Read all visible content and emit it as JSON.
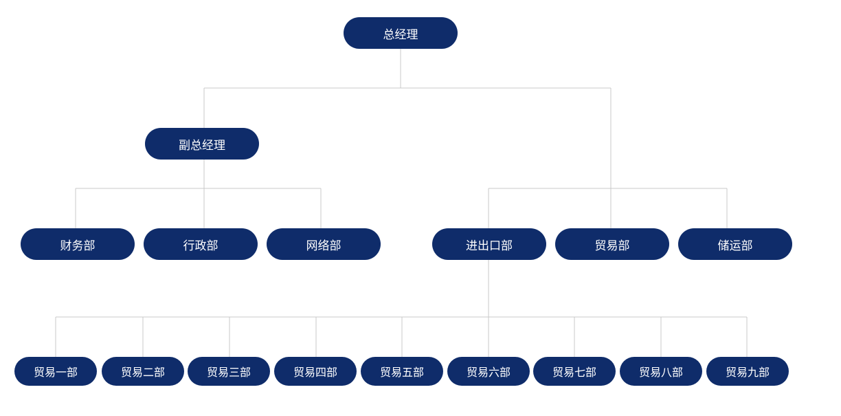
{
  "colors": {
    "node_fill": "#0f2c6a",
    "node_text": "#ffffff",
    "connector": "#c8c8c8",
    "background": "#ffffff"
  },
  "org": {
    "root": "总经理",
    "deputy": "副总经理",
    "deputy_departments": [
      "财务部",
      "行政部",
      "网络部"
    ],
    "root_departments": [
      "进出口部",
      "贸易部",
      "储运部"
    ],
    "import_export_divisions": [
      "贸易一部",
      "贸易二部",
      "贸易三部",
      "贸易四部",
      "贸易五部",
      "贸易六部",
      "贸易七部",
      "贸易八部",
      "贸易九部"
    ]
  }
}
